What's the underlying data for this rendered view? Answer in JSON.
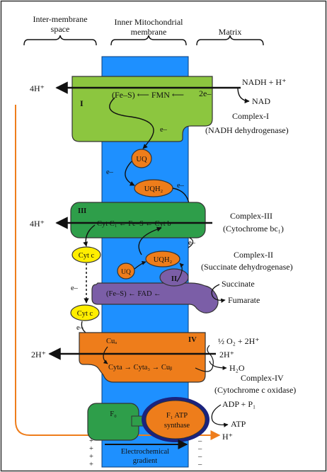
{
  "headers": {
    "intermembrane_line1": "Inter-membrane",
    "intermembrane_line2": "space",
    "inner_line1": "Inner Mitochondrial",
    "inner_line2": "membrane",
    "matrix": "Matrix"
  },
  "complex1": {
    "numeral": "I",
    "chain": "(Fe–S) ⟵ FMN ⟵",
    "electrons": "2e–",
    "name": "Complex-I",
    "subname": "(NADH dehydrogenase)"
  },
  "complex3": {
    "numeral": "III",
    "chain": "Cyt C₁ ← Fe–S ← Cyt b",
    "name": "Complex-III",
    "subname": "(Cytochrome bc₁)"
  },
  "complex2": {
    "numeral": "II",
    "chain": "(Fe–S) ← FAD ←",
    "name": "Complex-II",
    "subname": "(Succinate dehydrogenase)"
  },
  "complex4": {
    "numeral": "IV",
    "cu": "Cuₐ",
    "chain": "Cyta → Cyta₃ → Cuᵦ",
    "name": "Complex-IV",
    "subname": "(Cytochrome c oxidase)"
  },
  "atp_synthase": {
    "f0": "F₀",
    "f1_line1": "F₁ ATP",
    "f1_line2": "synthase"
  },
  "carriers": {
    "uq": "UQ",
    "uqh2": "UQH₂",
    "cytc": "Cyt c"
  },
  "labels": {
    "nadh": "NADH + H⁺",
    "nad": "NAD",
    "h4_top": "4H⁺",
    "h4_mid": "4H⁺",
    "h2": "2H⁺",
    "h2_right": "2H⁺",
    "oxygen": "½ O₂ + 2H⁺",
    "water": "H₂O",
    "succinate": "Succinate",
    "fumarate": "Fumarate",
    "adp": "ADP + P₁",
    "atp": "ATP",
    "h_plus": "H⁺",
    "electron": "e–",
    "gradient_line1": "Electrochemical",
    "gradient_line2": "gradient",
    "plus": "+",
    "minus": "–"
  },
  "colors": {
    "membrane": "#1e90ff",
    "complex1": "#8cc63f",
    "complex3": "#2e9e4a",
    "complex2": "#7b5ea7",
    "complex4": "#ee7d1b",
    "carrier": "#ee7d1b",
    "cytc": "#ffee00",
    "f0": "#2e9e4a",
    "f1": "#ee7d1b",
    "f1_ring": "#1a237e",
    "proton_path": "#ee7d1b"
  }
}
